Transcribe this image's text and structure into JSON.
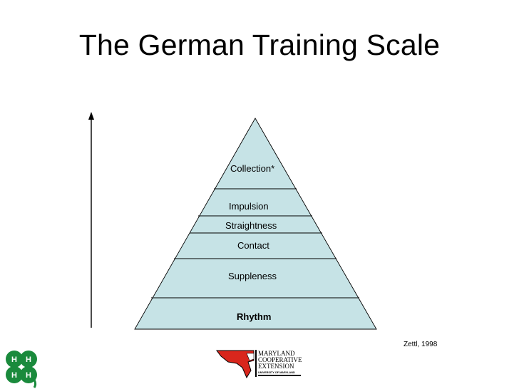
{
  "title": "The German Training Scale",
  "diagram": {
    "type": "pyramid",
    "fill_color": "#c6e3e6",
    "layers_top_to_bottom": [
      {
        "label": "Collection*",
        "bold": false
      },
      {
        "label": "Impulsion",
        "bold": false
      },
      {
        "label": "Straightness",
        "bold": false
      },
      {
        "label": "Contact",
        "bold": false
      },
      {
        "label": "Suppleness",
        "bold": false
      },
      {
        "label": "Rhythm",
        "bold": true
      }
    ],
    "arrow": "upward"
  },
  "citation": "Zettl, 1998",
  "logos": {
    "extension_logo_text": [
      "MARYLAND",
      "COOPERATIVE",
      "EXTENSION",
      "UNIVERSITY OF MARYLAND"
    ],
    "clover_letters": [
      "H",
      "H",
      "H",
      "H"
    ]
  }
}
